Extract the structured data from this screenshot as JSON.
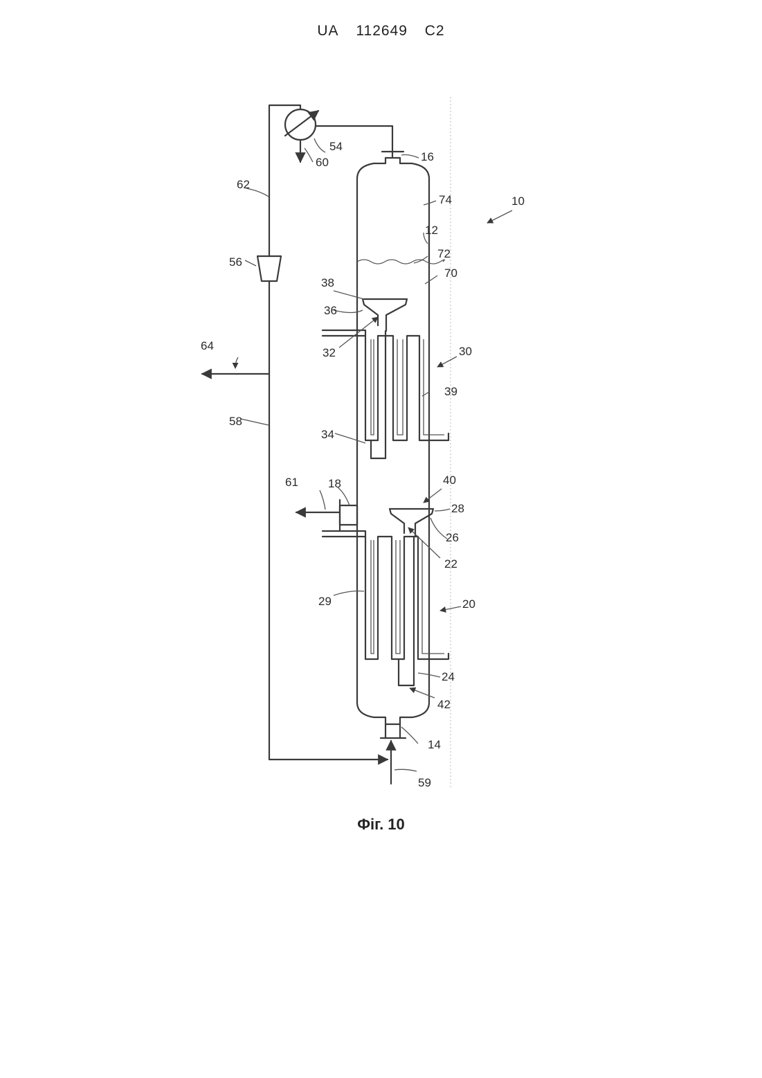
{
  "header": {
    "country": "UA",
    "number": "112649",
    "kind": "C2"
  },
  "figure": {
    "caption": "Фіг. 10"
  },
  "labels": {
    "l10": "10",
    "l12": "12",
    "l14": "14",
    "l16": "16",
    "l18": "18",
    "l20": "20",
    "l22": "22",
    "l24": "24",
    "l26": "26",
    "l28": "28",
    "l29": "29",
    "l30": "30",
    "l32": "32",
    "l34": "34",
    "l36": "36",
    "l38": "38",
    "l39": "39",
    "l40": "40",
    "l42": "42",
    "l54": "54",
    "l56": "56",
    "l58": "58",
    "l59": "59",
    "l60": "60",
    "l61": "61",
    "l62": "62",
    "l64": "64",
    "l70": "70",
    "l72": "72",
    "l74": "74"
  }
}
